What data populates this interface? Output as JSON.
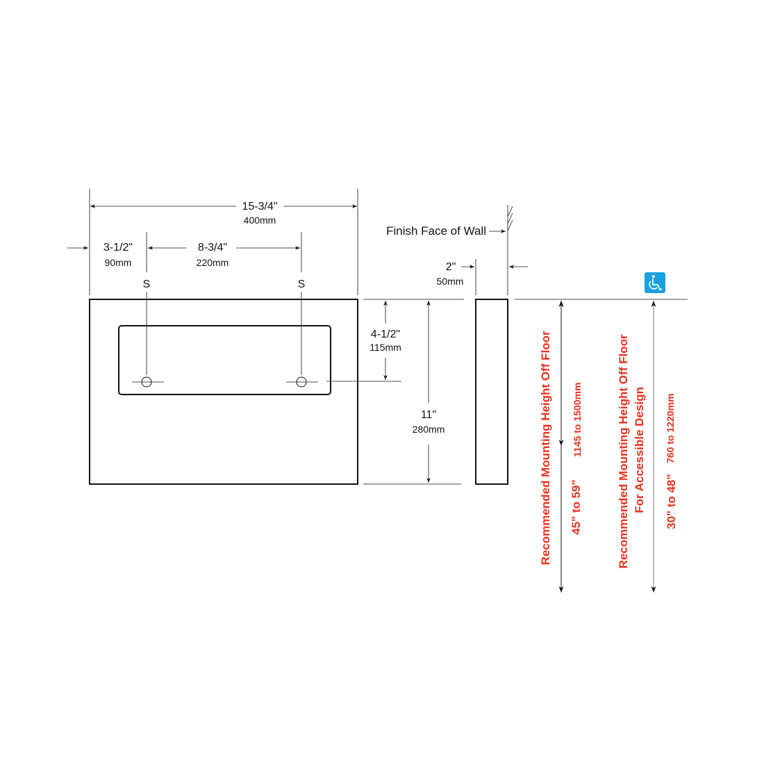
{
  "front_view": {
    "width_in": "15-3/4\"",
    "width_mm": "400mm",
    "edge_to_hole_in": "3-1/2\"",
    "edge_to_hole_mm": "90mm",
    "hole_spacing_in": "8-3/4\"",
    "hole_spacing_mm": "220mm",
    "stud_label_left": "S",
    "stud_label_right": "S",
    "top_to_hole_in": "4-1/2\"",
    "top_to_hole_mm": "115mm",
    "height_in": "11\"",
    "height_mm": "280mm"
  },
  "side_view": {
    "wall_label": "Finish Face of Wall",
    "depth_in": "2\"",
    "depth_mm": "50mm"
  },
  "mounting": {
    "standard_label": "Recommended Mounting Height Off Floor",
    "standard_range_in": "45\" to 59\"",
    "standard_range_mm": "1145 to 1500mm",
    "accessible_label_1": "Recommended Mounting Height Off Floor",
    "accessible_label_2": "For Accessible Design",
    "accessible_range_in": "30\" to 48\"",
    "accessible_range_mm": "760 to 1220mm",
    "accessible_icon": "wheelchair-accessibility-icon",
    "accent_color": "#e8331f",
    "icon_color": "#1a9fe0"
  }
}
